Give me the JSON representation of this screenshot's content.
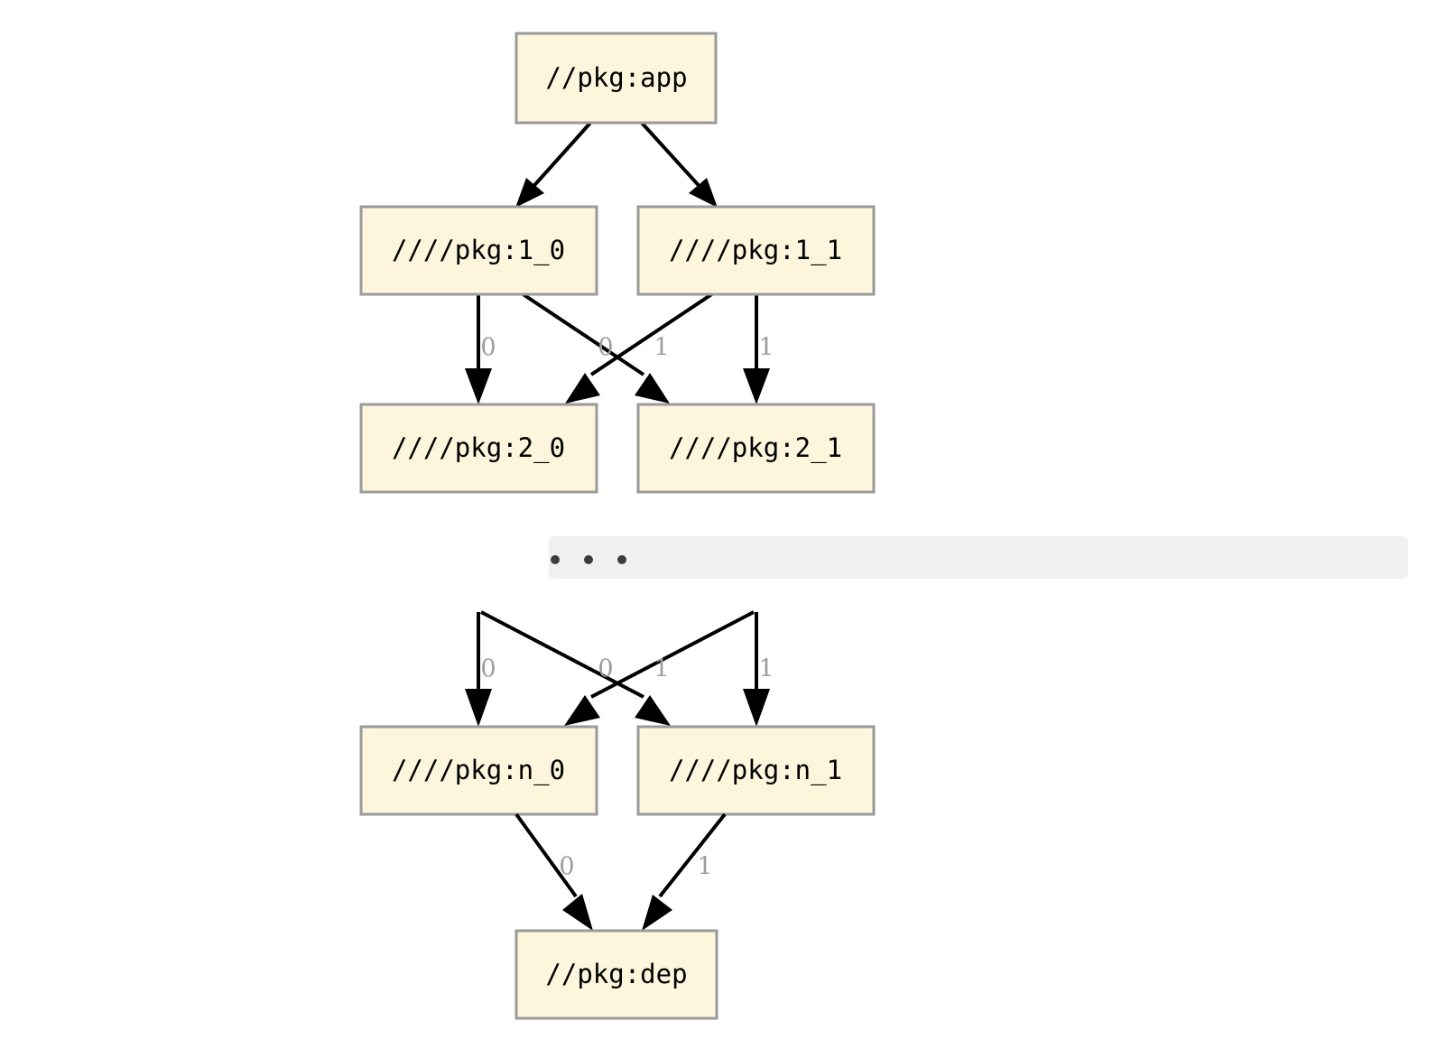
{
  "diagram": {
    "title": "bazel-dependency-graph",
    "background_color": "#ffffff",
    "node_fill": "#fdf6dc",
    "node_border": "#9a9a9a",
    "edge_color": "#000000",
    "edge_label_color": "#9d9d9d",
    "ellipsis_band_color": "#f0f0f0",
    "ellipsis_dot_color": "#3c3c3c"
  },
  "nodes": {
    "app": "//pkg:app",
    "l1_0": "////pkg:1_0",
    "l1_1": "////pkg:1_1",
    "l2_0": "////pkg:2_0",
    "l2_1": "////pkg:2_1",
    "ln_0": "////pkg:n_0",
    "ln_1": "////pkg:n_1",
    "dep": "//pkg:dep"
  },
  "edge_labels": {
    "app_to_1_0": "",
    "app_to_1_1": "",
    "e1_0_to_2_0": "0",
    "e1_0_to_2_1": "0",
    "e1_1_to_2_0": "1",
    "e1_1_to_2_1": "1",
    "top_to_n_0": "0",
    "top_to_n_1": "0",
    "top2_to_n_0": "1",
    "top2_to_n_1": "1",
    "n_0_to_dep": "0",
    "n_1_to_dep": "1"
  },
  "ellipsis": {
    "dots": [
      "•",
      "•",
      "•"
    ]
  }
}
